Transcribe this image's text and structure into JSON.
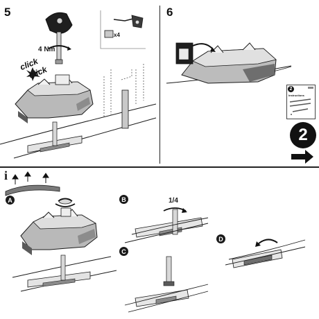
{
  "steps": {
    "step5": {
      "number": "5",
      "torque": "4 Nm",
      "click_1": "click",
      "click_2": "click",
      "screw_qty": "x4"
    },
    "step6": {
      "number": "6"
    },
    "booklet": {
      "page_num": "2",
      "title": "Instructions",
      "next_num": "2"
    },
    "info": {
      "symbol": "i"
    },
    "variants": {
      "A": {
        "letter": "A"
      },
      "B": {
        "letter": "B",
        "rotation": "1/4"
      },
      "C": {
        "letter": "C"
      },
      "D": {
        "letter": "D"
      }
    }
  },
  "colors": {
    "ink": "#1a1a1a",
    "shade": "#c9c9c9",
    "dark_shade": "#7a7a7a",
    "divider": "#222222"
  }
}
